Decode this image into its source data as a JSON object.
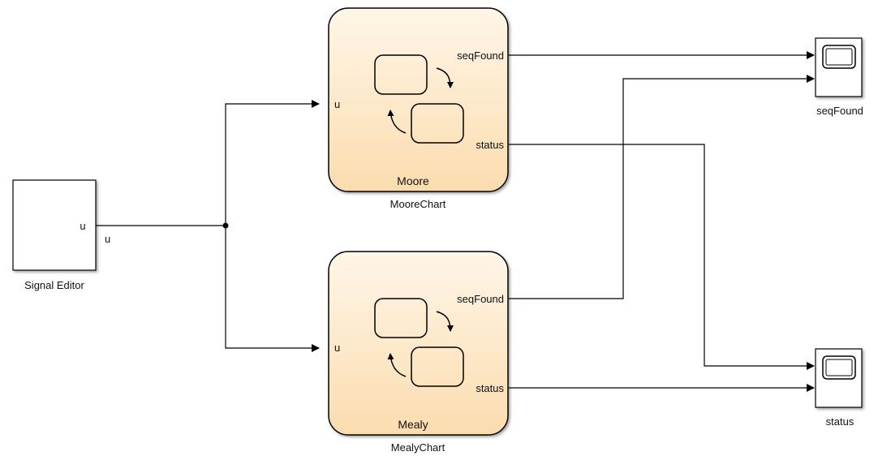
{
  "blocks": {
    "signal_editor": {
      "name": "Signal Editor",
      "out_port": "u"
    },
    "moore": {
      "chart_label": "Moore",
      "name": "MooreChart",
      "in_port": "u",
      "out_port_1": "seqFound",
      "out_port_2": "status"
    },
    "mealy": {
      "chart_label": "Mealy",
      "name": "MealyChart",
      "in_port": "u",
      "out_port_1": "seqFound",
      "out_port_2": "status"
    },
    "scope_seqfound": {
      "name": "seqFound"
    },
    "scope_status": {
      "name": "status"
    }
  },
  "signals": {
    "u_line": "u"
  },
  "colors": {
    "chart_fill_top": "#fff6e8",
    "chart_fill_bottom": "#fbdcae",
    "line": "#000000"
  }
}
